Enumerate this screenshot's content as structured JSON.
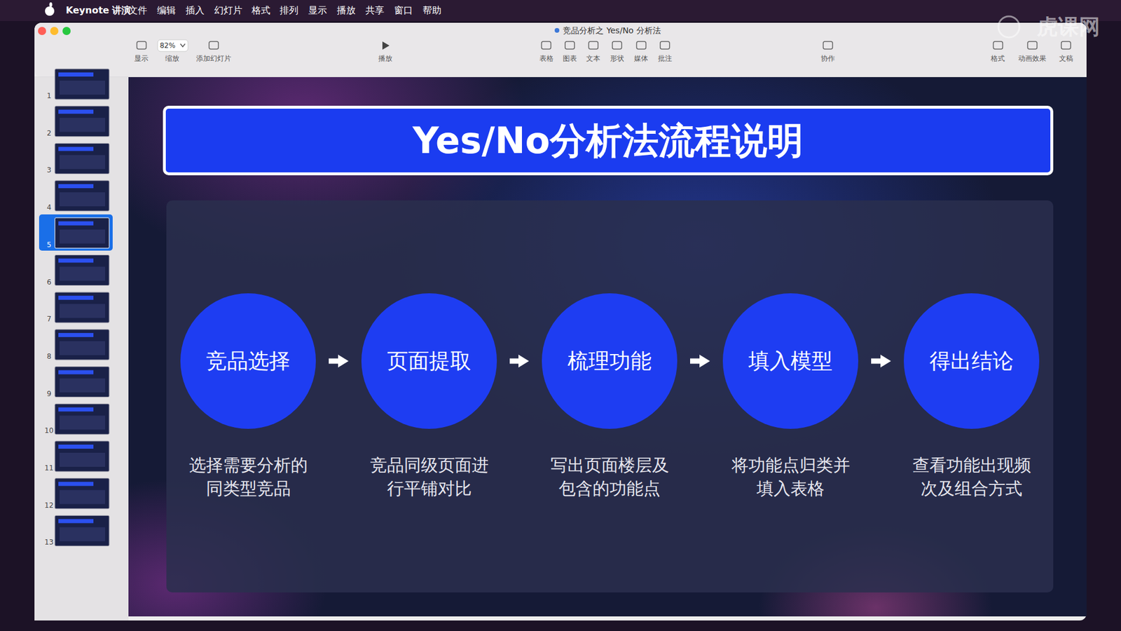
{
  "diagram": {
    "title": "Yes/No分析法流程说明",
    "nodes": [
      {
        "text": [
          "竞品选择",
          "选择需要分析的同类型竞品"
        ]
      },
      {
        "text": [
          "页面提取",
          "竞品同级页面进行平铺对比"
        ]
      },
      {
        "text": [
          "梳理功能",
          "写出页面楼层及包含的功能点"
        ]
      },
      {
        "text": [
          "填入模型",
          "将功能点归类并填入表格"
        ]
      },
      {
        "text": [
          "得出结论",
          "查看功能出现频次及组合方式"
        ]
      }
    ],
    "edges": [
      {
        "from": 0,
        "to": 1,
        "arrow": "to"
      },
      {
        "from": 1,
        "to": 2,
        "arrow": "to"
      },
      {
        "from": 2,
        "to": 3,
        "arrow": "to"
      },
      {
        "from": 3,
        "to": 4,
        "arrow": "to"
      }
    ],
    "labels": [
      "Keynote 讲演",
      "文件",
      "编辑",
      "插入",
      "幻灯片",
      "格式",
      "排列",
      "显示",
      "播放",
      "共享",
      "窗口",
      "帮助",
      "竞品分析之 Yes/No 分析法",
      "82%",
      "显示",
      "缩放",
      "添加幻灯片",
      "播放",
      "表格",
      "图表",
      "文本",
      "形状",
      "媒体",
      "批注",
      "协作",
      "格式",
      "动画效果",
      "文稿",
      "1",
      "2",
      "3",
      "4",
      "5",
      "6",
      "7",
      "8",
      "9",
      "10",
      "11",
      "12",
      "13",
      "虎课网"
    ]
  }
}
